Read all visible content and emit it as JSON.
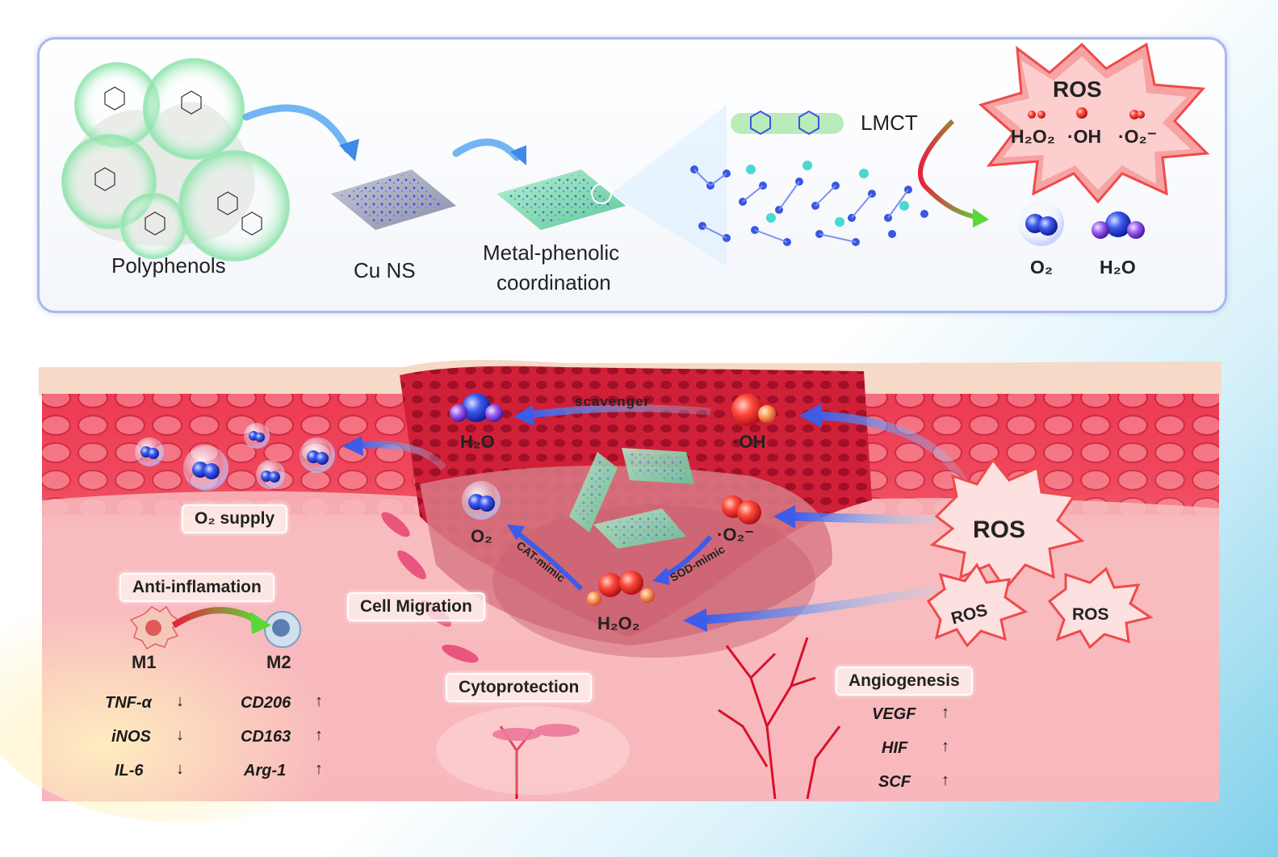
{
  "top": {
    "polyphenols": "Polyphenols",
    "cu_ns": "Cu NS",
    "coordination_line1": "Metal-phenolic",
    "coordination_line2": "coordination",
    "lmct": "LMCT",
    "ros_title": "ROS",
    "ros_species": [
      "H₂O₂",
      "·OH",
      "·O₂⁻"
    ],
    "products": [
      "O₂",
      "H₂O"
    ]
  },
  "bottom": {
    "scavenger": "scavenger",
    "h2o": "H₂O",
    "oh": "·OH",
    "o2": "O₂",
    "superoxide": "·O₂⁻",
    "h2o2": "H₂O₂",
    "cat_mimic": "CAT-mimic",
    "sod_mimic": "SOD-mimic",
    "ros_big": "ROS",
    "ros_small": [
      "ROS",
      "ROS"
    ],
    "o2_supply": "O₂ supply",
    "anti_inflammation": "Anti-inflamation",
    "m1": "M1",
    "m2": "M2",
    "m1_markers": [
      {
        "name": "TNF-α",
        "arrow": "↓"
      },
      {
        "name": "iNOS",
        "arrow": "↓"
      },
      {
        "name": "IL-6",
        "arrow": "↓"
      }
    ],
    "m2_markers": [
      {
        "name": "CD206",
        "arrow": "↑"
      },
      {
        "name": "CD163",
        "arrow": "↑"
      },
      {
        "name": "Arg-1",
        "arrow": "↑"
      }
    ],
    "cell_migration": "Cell Migration",
    "cytoprotection": "Cytoprotection",
    "angiogenesis": "Angiogenesis",
    "angio_markers": [
      {
        "name": "VEGF",
        "arrow": "↑"
      },
      {
        "name": "HIF",
        "arrow": "↑"
      },
      {
        "name": "SCF",
        "arrow": "↑"
      }
    ]
  },
  "colors": {
    "panel_border": "#a9b8ea",
    "skin_top": "#f6d9c6",
    "tissue_red": "#e83a52",
    "tissue_pink": "#f7b7bd",
    "ros_star": "#f25a5a",
    "arrow_blue": "#3d6fe0",
    "sheet_green": "#8fe3b6"
  }
}
